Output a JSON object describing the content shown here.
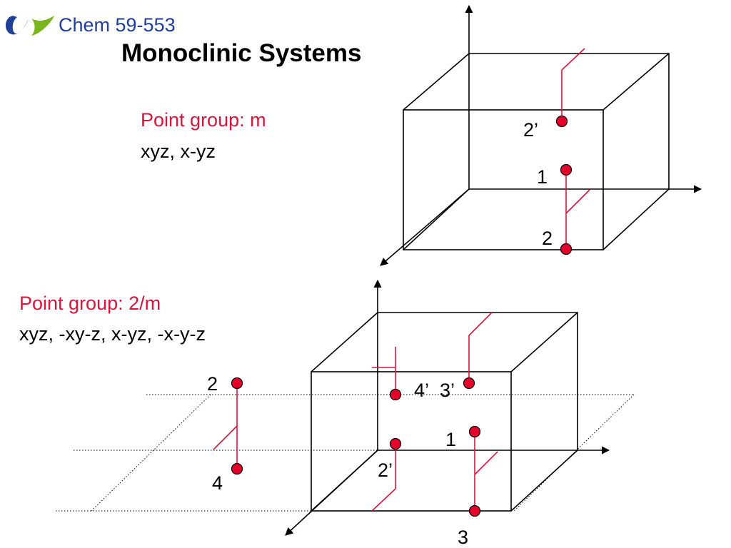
{
  "header": {
    "course": "Chem 59-553"
  },
  "slide": {
    "title": "Monoclinic Systems"
  },
  "colors": {
    "accent_red": "#dc143c",
    "logo_blue": "#1f3f99",
    "logo_green": "#7ab51d"
  },
  "group_m": {
    "label": "Point group: m",
    "operations": "xyz, x-yz",
    "positions": {
      "p2prime": "2’",
      "p1": "1",
      "p2": "2"
    }
  },
  "group_2m": {
    "label": "Point group: 2/m",
    "operations": "xyz, -xy-z, x-yz, -x-y-z",
    "positions": {
      "p2": "2",
      "p4": "4",
      "p4prime": "4’",
      "p3prime": "3’",
      "p1": "1",
      "p2prime": "2’",
      "p3": "3"
    }
  }
}
